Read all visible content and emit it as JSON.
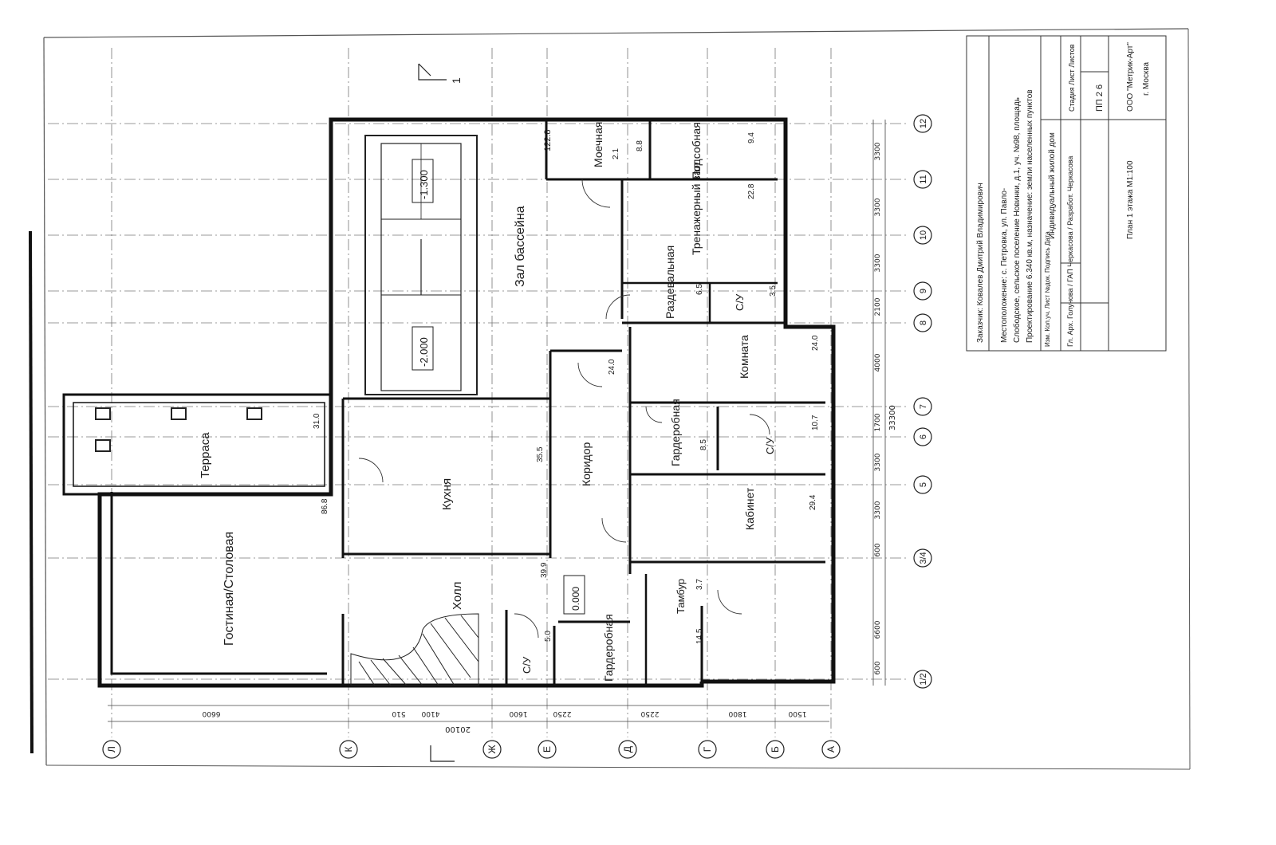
{
  "rooms": {
    "pool_hall": "Зал бассейна",
    "washroom": "Моечная",
    "utility": "Подсобная",
    "gym": "Тренажерный зал",
    "changing": "Раздевальная",
    "wc_pool": "С/У",
    "terrace": "Терраса",
    "kitchen": "Кухня",
    "corridor": "Коридор",
    "cloak1": "Гардеробная",
    "wc_mid": "С/У",
    "room": "Комната",
    "living": "Гостиная/Столовая",
    "hall": "Холл",
    "wc_hall": "С/У",
    "cloak2": "Гардеробная",
    "tambour": "Тамбур",
    "office": "Кабинет"
  },
  "areas": {
    "pool_hall": "122.8",
    "washroom": "2.1",
    "washroom2": "8.8",
    "utility": "9.4",
    "gym": "22.8",
    "changing": "6.5",
    "wc_pool": "3.5",
    "terrace": "31.0",
    "kitchen": "35.5",
    "corridor_a": "24.0",
    "cloak1": "8.5",
    "wc_mid": "10.7",
    "room": "24.0",
    "living": "86.8",
    "hall": "39.9",
    "wc_hall": "5.0",
    "cloak2": "14.5",
    "tambour": "3.7",
    "office": "29.4"
  },
  "levels": {
    "l1": "-1.300",
    "l2": "-2.000",
    "l3": "0.000"
  },
  "axes_num": [
    "1/2",
    "3/4",
    "5",
    "6",
    "7",
    "8",
    "9",
    "10",
    "11",
    "12"
  ],
  "axes_let": [
    "Л",
    "К",
    "Ж",
    "Е",
    "Д",
    "Г",
    "Б",
    "А"
  ],
  "dims_bottom": [
    "600",
    "6600",
    "600",
    "3300",
    "3300",
    "1700",
    "4000",
    "2100",
    "3300",
    "3300",
    "3300"
  ],
  "dims_bottom_total": "33300",
  "dims_left": [
    "6600",
    "510",
    "4100",
    "1600",
    "2250",
    "2250",
    "1800",
    "1500"
  ],
  "dims_left_total": "20100",
  "section_mark": "1",
  "title_block": {
    "customer": "Заказчик: Ковалев Дмитрий Владимирович",
    "object_1": "Местоположение: с. Петровка, ул. Павло-",
    "object_2": "Слободское, сельское поселение Новинки, д.1, уч. №98, площадь",
    "object_3": "Проектирование 6.340 кв.м, назначение: земли населенных пунктов",
    "name": "Индивидуальный жилой дом",
    "stage": "Стадия  Лист  Листов",
    "stage_vals": "ПП   2   6",
    "sheet_title": "План 1 этажа М1:100",
    "company": "ООО \"Метрик-Арт\"",
    "city": "г. Москва",
    "roles": "Изм. Кол.уч. Лист №док. Подпись Дата",
    "role_rows": "Гл. Арх. Голунова / ГАП Черкасова / Разработ. Черкасова"
  }
}
